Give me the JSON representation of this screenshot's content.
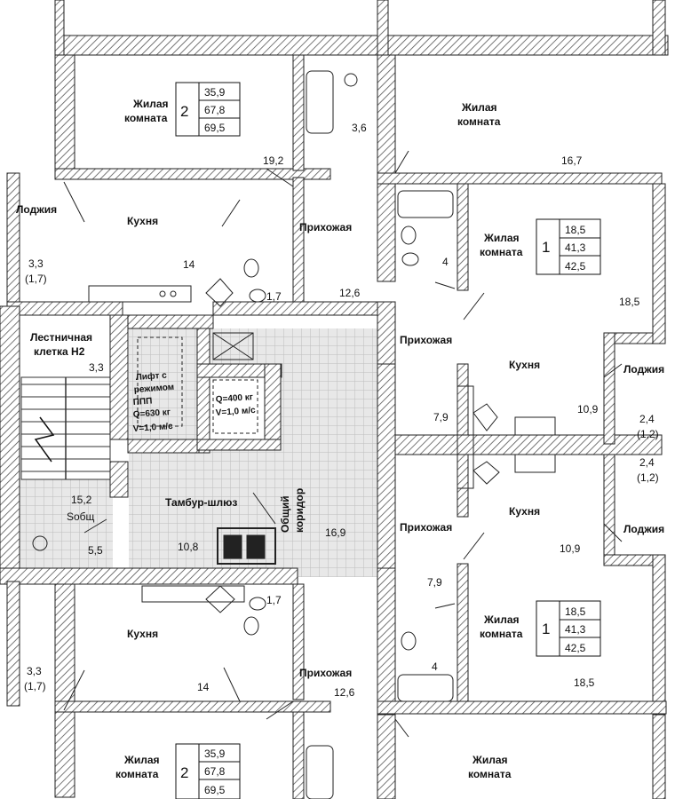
{
  "colors": {
    "wall": "#3a3a3a",
    "hatch": "#555555",
    "tile": "#cfcfcf",
    "line": "#111111"
  },
  "rooms": {
    "living": "Жилая комната",
    "living_line1": "Жилая",
    "living_line2": "комната",
    "kitchen": "Кухня",
    "hall": "Прихожая",
    "loggia": "Лоджия",
    "stair_line1": "Лестничная",
    "stair_line2": "клетка Н2",
    "tambour": "Тамбур-шлюз",
    "corridor_line1": "Общий",
    "corridor_line2": "коридор"
  },
  "elevators": {
    "freight": [
      "Лифт с",
      "режимом",
      "ППП",
      "Q=630 кг",
      "V=1,0 м/с"
    ],
    "passenger": [
      "Q=400 кг",
      "V=1,0 м/с"
    ]
  },
  "apartments": {
    "top_left": {
      "rooms": "2",
      "living": "35,9",
      "total": "67,8",
      "total_loggia": "69,5"
    },
    "right_upper": {
      "rooms": "1",
      "living": "18,5",
      "total": "41,3",
      "total_loggia": "42,5"
    },
    "right_lower": {
      "rooms": "1",
      "living": "18,5",
      "total": "41,3",
      "total_loggia": "42,5"
    },
    "bottom_left": {
      "rooms": "2",
      "living": "35,9",
      "total": "67,8",
      "total_loggia": "69,5"
    }
  },
  "areas": {
    "tl_living": "19,2",
    "tl_bath": "3,6",
    "tr_living": "16,7",
    "tl_kitchen": "14",
    "tl_wc": "1,7",
    "tl_hall": "12,6",
    "loggia_l": "3,3",
    "loggia_l_red": "(1,7)",
    "r1_bath": "4",
    "r1_living": "18,5",
    "r1_hall": "7,9",
    "r1_kitchen": "10,9",
    "loggia_r": "2,4",
    "loggia_r_red": "(1,2)",
    "stair": "3,3",
    "stair_total": "15,2",
    "stair_sub": "Sобщ",
    "stair_small": "5,5",
    "tambour": "10,8",
    "corridor": "16,9",
    "r2_kitchen": "10,9",
    "r2_hall": "7,9",
    "r2_bath": "4",
    "r2_living": "18,5",
    "bl_kitchen": "14",
    "bl_wc": "1,7",
    "bl_hall": "12,6",
    "loggia_bl": "3,3",
    "loggia_bl_red": "(1,7)"
  }
}
